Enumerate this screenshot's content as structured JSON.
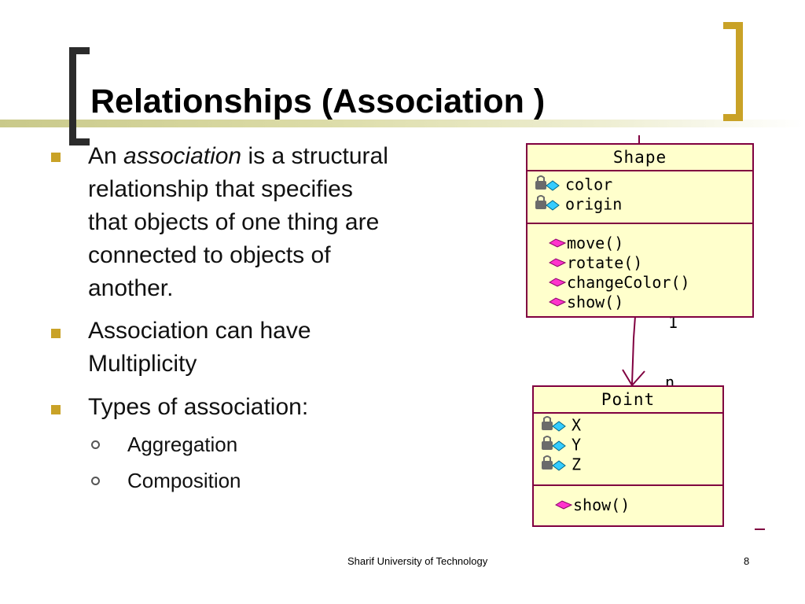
{
  "slide": {
    "title": "Relationships (Association )",
    "bullets": [
      {
        "prefix": "An ",
        "emphasis": "association",
        "lines": [
          "is a structural",
          "relationship that specifies",
          "that objects of one thing are",
          "connected to objects of",
          "another."
        ]
      },
      {
        "lines": [
          "Association can have",
          "Multiplicity"
        ]
      },
      {
        "lines": [
          "Types of association:"
        ]
      }
    ],
    "sub_bullets": [
      "Aggregation",
      "Composition"
    ]
  },
  "diagram": {
    "shape_class": {
      "name": "Shape",
      "attributes": [
        "color",
        "origin"
      ],
      "operations": [
        "move()",
        "rotate()",
        "changeColor()",
        "show()"
      ]
    },
    "point_class": {
      "name": "Point",
      "attributes": [
        "X",
        "Y",
        "Z"
      ],
      "operations": [
        "show()"
      ]
    },
    "multiplicity_top": "1",
    "multiplicity_bottom": "n",
    "colors": {
      "border": "#800040",
      "fill": "#ffffcc",
      "lock": "#6b6b6b",
      "attr_diamond": "#33ccff",
      "op_diamond": "#ff33cc"
    }
  },
  "footer": {
    "institution": "Sharif University of Technology",
    "page_number": "8"
  }
}
